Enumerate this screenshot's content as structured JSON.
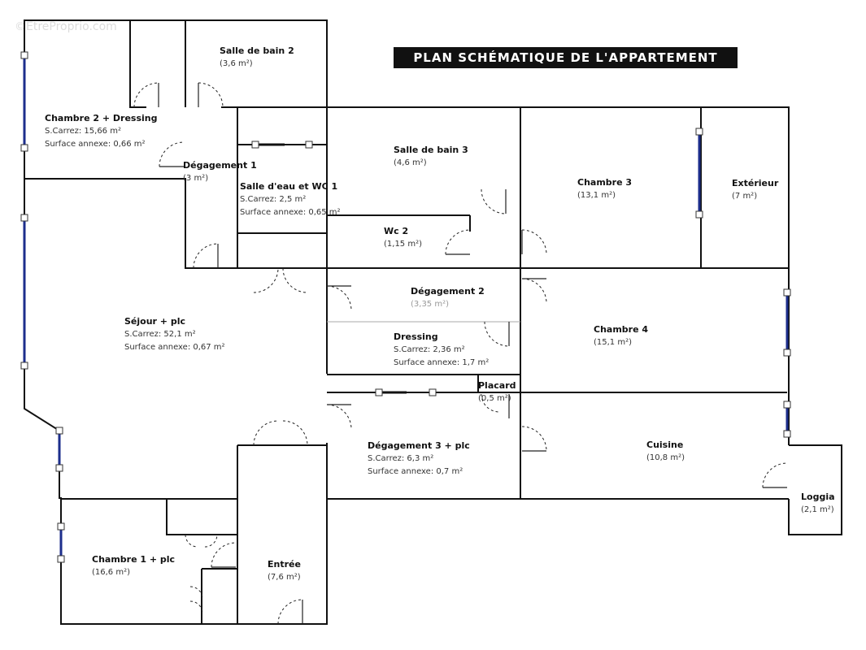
{
  "watermark": "©EtreProprio.com",
  "title": "PLAN SCHÉMATIQUE DE L'APPARTEMENT",
  "rooms": {
    "salle_de_bain_2": {
      "name": "Salle de bain 2",
      "area": "(3,6 m²)"
    },
    "chambre_2": {
      "name": "Chambre 2 + Dressing",
      "carrez": "S.Carrez: 15,66 m²",
      "annexe": "Surface annexe: 0,66 m²"
    },
    "degagement_1": {
      "name": "Dégagement 1",
      "area": "(3 m²)"
    },
    "salle_eau_wc_1": {
      "name": "Salle d'eau et WC 1",
      "carrez": "S.Carrez: 2,5 m²",
      "annexe": "Surface annexe: 0,65 m²"
    },
    "salle_de_bain_3": {
      "name": "Salle de bain 3",
      "area": "(4,6 m²)"
    },
    "chambre_3": {
      "name": "Chambre 3",
      "area": "(13,1 m²)"
    },
    "exterieur": {
      "name": "Extérieur",
      "area": "(7 m²)"
    },
    "wc_2": {
      "name": "Wc 2",
      "area": "(1,15 m²)"
    },
    "degagement_2": {
      "name": "Dégagement 2",
      "area": "(3,35 m²)"
    },
    "sejour": {
      "name": "Séjour + plc",
      "carrez": "S.Carrez: 52,1 m²",
      "annexe": "Surface annexe: 0,67 m²"
    },
    "dressing": {
      "name": "Dressing",
      "carrez": "S.Carrez: 2,36 m²",
      "annexe": "Surface annexe: 1,7 m²"
    },
    "chambre_4": {
      "name": "Chambre 4",
      "area": "(15,1 m²)"
    },
    "placard": {
      "name": "Placard",
      "area": "(0,5 m²)"
    },
    "degagement_3": {
      "name": "Dégagement 3 + plc",
      "carrez": "S.Carrez: 6,3 m²",
      "annexe": "Surface annexe: 0,7 m²"
    },
    "cuisine": {
      "name": "Cuisine",
      "area": "(10,8 m²)"
    },
    "loggia": {
      "name": "Loggia",
      "area": "(2,1 m²)"
    },
    "chambre_1": {
      "name": "Chambre 1 + plc",
      "area": "(16,6 m²)"
    },
    "entree": {
      "name": "Entrée",
      "area": "(7,6 m²)"
    }
  },
  "colors": {
    "wall": "#111111",
    "window": "#1c2e8c",
    "title_bg": "#111111",
    "title_text": "#ffffff"
  }
}
